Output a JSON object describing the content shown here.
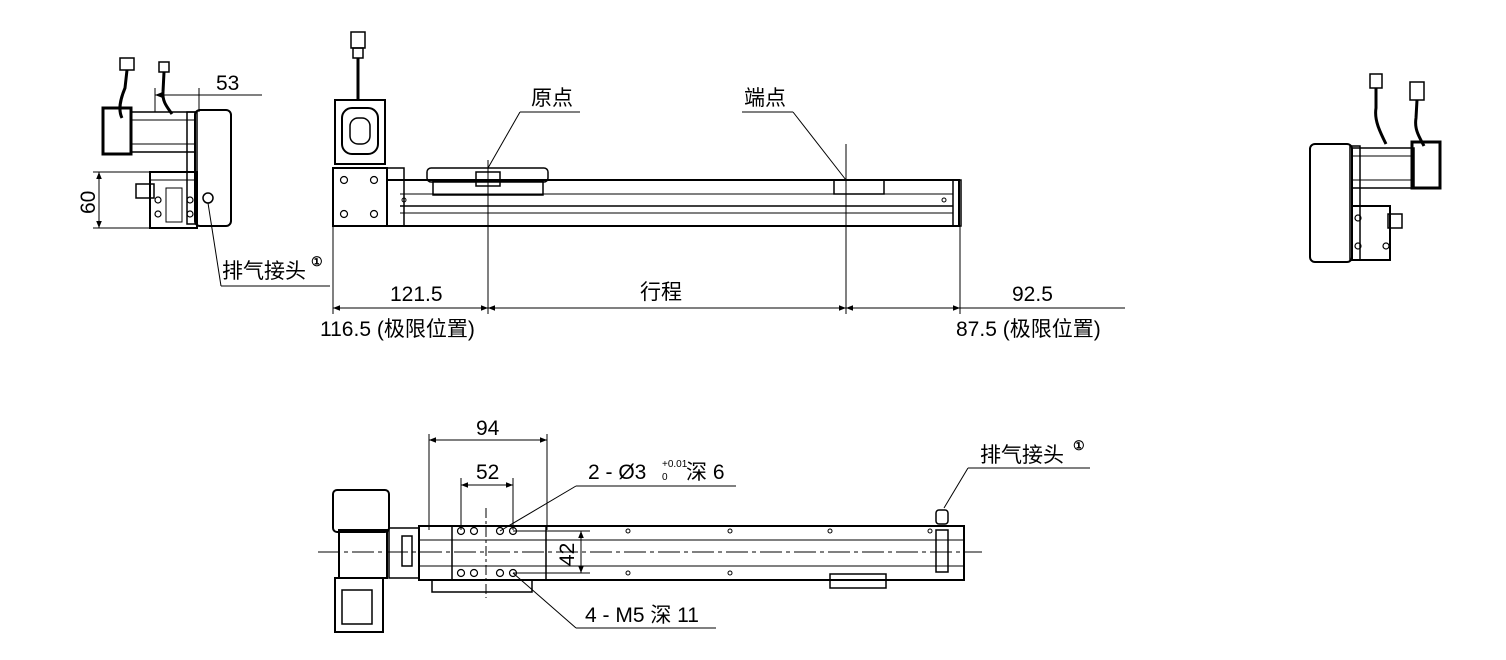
{
  "dimensions": {
    "left_view_width": "53",
    "left_view_height": "60",
    "origin_offset": "121.5",
    "origin_offset_limit": "116.5 (极限位置)",
    "stroke": "行程",
    "end_offset": "92.5",
    "end_offset_limit": "87.5 (极限位置)",
    "pin_pitch": "94",
    "pin_spacing": "52",
    "pin_row_gap": "42"
  },
  "callouts": {
    "origin": "原点",
    "endpoint": "端点",
    "exhaust_fitting": "排气接头",
    "circled_number": "①",
    "pin_hole_prefix": "2 - Ø3",
    "pin_hole_tol_upper": "+0.01",
    "pin_hole_tol_lower": "0",
    "pin_hole_suffix": "深 6",
    "thread_hole": "4 - M5 深 11"
  }
}
